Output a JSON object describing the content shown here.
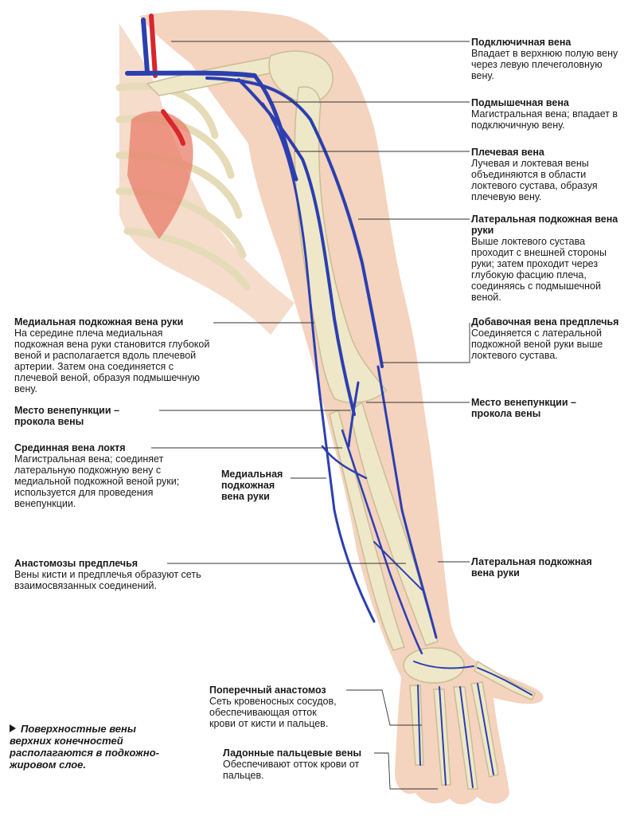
{
  "labels": {
    "subclavian": {
      "title": "Подключичная вена",
      "desc": "Впадает в верхнюю полую вену через левую плечеголовную вену."
    },
    "axillary": {
      "title": "Подмышечная вена",
      "desc": "Магистральная вена; впадает в подключичную вену."
    },
    "brachial": {
      "title": "Плечевая вена",
      "desc": "Лучевая и локтевая вены объединяются в области локтевого сустава, образуя плечевую вену."
    },
    "cephalic_upper": {
      "title": "Латеральная подкожная вена руки",
      "desc": "Выше локтевого сустава проходит с внешней стороны руки; затем проходит через глубокую фасцию плеча, соединяясь с подмышечной веной."
    },
    "accessory_cephalic": {
      "title": "Добавочная вена предплечья",
      "desc": "Соединяется с латеральной подкожной веной руки выше локтевого сустава."
    },
    "venipuncture_right": {
      "title": "Место венепункции – прокола вены",
      "desc": ""
    },
    "cephalic_forearm": {
      "title": "Латеральная подкожная вена руки",
      "desc": ""
    },
    "basilic_upper": {
      "title": "Медиальная подкожная вена руки",
      "desc": "На середине плеча медиальная подкожная вена руки становится глубокой веной и располагается вдоль плечевой артерии. Затем она соединяется с плечевой веной, образуя подмышечную вену."
    },
    "venipuncture_left": {
      "title": "Место венепункции – прокола вены",
      "desc": ""
    },
    "median_cubital": {
      "title": "Срединная вена локтя",
      "desc": "Магистральная вена; соединяет латеральную подкожную вену с медиальной подкожной веной руки; используется для проведения венепункции."
    },
    "basilic_forearm": {
      "title": "Медиальная подкожная вена руки",
      "desc": ""
    },
    "forearm_anastomoses": {
      "title": "Анастомозы предплечья",
      "desc": "Вены кисти и предплечья образуют сеть взаимосвязанных соединений."
    },
    "transverse_anastomosis": {
      "title": "Поперечный анастомоз",
      "desc": "Сеть кровеносных сосудов, обеспечивающая отток крови от кисти и пальцев."
    },
    "palmar_digital": {
      "title": "Ладонные пальцевые вены",
      "desc": "Обеспечивают отток крови от пальцев."
    }
  },
  "note": "Поверхностные вены верхних конечностей располагаются в подкожно-жировом слое.",
  "colors": {
    "skin": "#f4d3bf",
    "bone": "#efe8c8",
    "vein": "#2b3fb0",
    "artery": "#d8262c",
    "leader": "#333333"
  }
}
